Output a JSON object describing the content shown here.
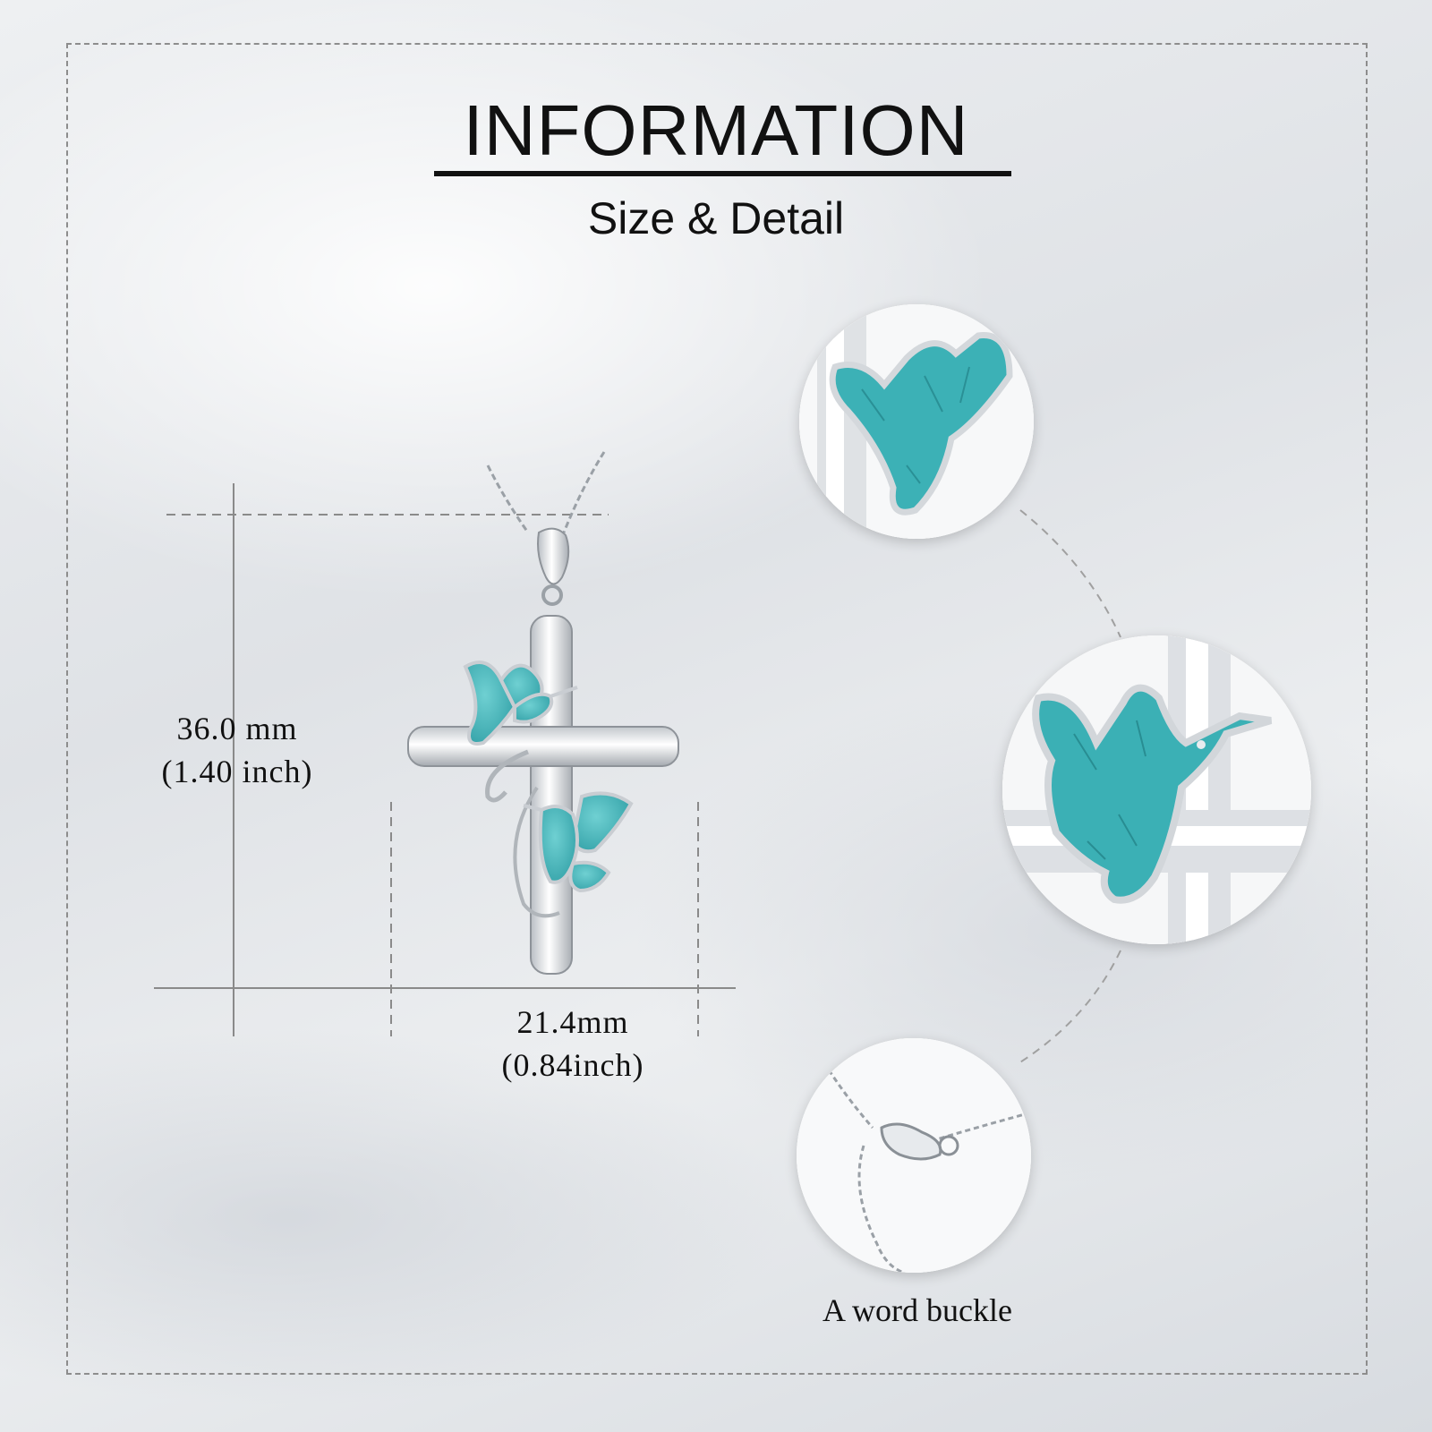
{
  "header": {
    "title": "INFORMATION",
    "subtitle": "Size & Detail"
  },
  "dimensions": {
    "height_mm": "36.0 mm",
    "height_inch": "(1.40 inch)",
    "width_mm": "21.4mm",
    "width_inch": "(0.84inch)"
  },
  "details": {
    "buckle_caption": "A word buckle"
  },
  "colors": {
    "turquoise": "#3db3b8",
    "silver": "#d9dde1",
    "text": "#111111"
  }
}
